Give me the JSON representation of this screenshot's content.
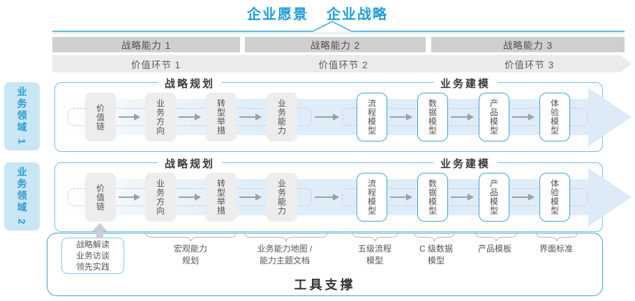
{
  "header": {
    "vision": "企业愿景",
    "strategy": "企业战略"
  },
  "strategic_capabilities": [
    "战略能力 1",
    "战略能力 2",
    "战略能力 3"
  ],
  "value_links": [
    "价值环节 1",
    "价值环节 2",
    "价值环节 3"
  ],
  "business_domains": [
    "业务领域 1",
    "业务领域 2"
  ],
  "sections": {
    "planning": "战略规划",
    "modeling": "业务建模"
  },
  "strategy_boxes": [
    "价值链",
    "业务方向",
    "转型举措",
    "业务能力"
  ],
  "model_boxes": [
    "流程模型",
    "数据模型",
    "产品模型",
    "体验模型"
  ],
  "annotations": {
    "source_box_lines": [
      "战略解读",
      "业务访谈",
      "领先实践"
    ],
    "labels": [
      {
        "line1": "宏观能力",
        "line2": "规划"
      },
      {
        "line1": "业务能力地图 /",
        "line2": "能力主题文档"
      },
      {
        "line1": "五级流程",
        "line2": "模型"
      },
      {
        "line1": "C 级数据",
        "line2": "模型"
      },
      {
        "line1": "产品模板",
        "line2": ""
      },
      {
        "line1": "界面标准",
        "line2": ""
      }
    ]
  },
  "tool_support": "工具支撑",
  "colors": {
    "accent_blue": "#1E9DD8",
    "band_blue": "#DEEDF8",
    "tab_blue_bg": "#C9E6F5",
    "box_gray": "#EDEDED",
    "bar_gray": "#CFCFCF",
    "chevron_gray": "#EBEBEB",
    "border_blue": "#3FA3D9"
  }
}
